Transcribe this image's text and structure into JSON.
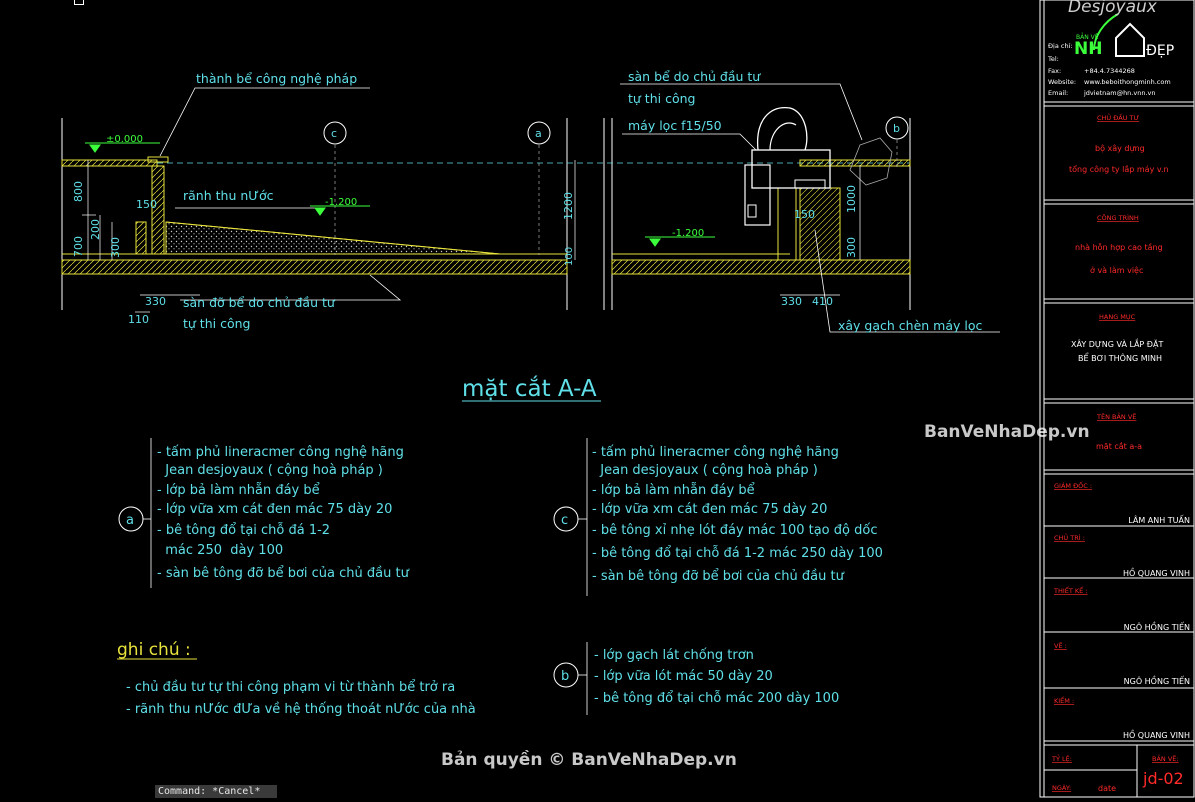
{
  "section": {
    "title": "mặt cắt A-A",
    "labels": {
      "wall": "thành bể công nghệ pháp",
      "gutter": "rãnh thu nƯớc",
      "slab_line1": "sàn đỡ bể do chủ đầu tư",
      "slab_line2": "tự thi công",
      "deck_line1": "sàn bể do chủ đầu tư",
      "deck_line2": "tự thi công",
      "filter": "máy lọc f15/50",
      "brick": "xây gạch chèn máy lọc"
    },
    "levels": {
      "top": "±0.000",
      "mid": "-1.200",
      "right": "-1.200"
    },
    "dims": {
      "d800": "800",
      "d700": "700",
      "d200": "200",
      "d300a": "300",
      "d150a": "150",
      "d1200": "1200",
      "d100": "100",
      "d330a": "330",
      "d110": "110",
      "d150b": "150",
      "d1000": "1000",
      "d300b": "300",
      "d330b": "330",
      "d410": "410"
    },
    "markers": {
      "c": "c",
      "a": "a",
      "b": "b"
    }
  },
  "notes": {
    "a": {
      "marker": "a",
      "lines": [
        "- tấm phủ lineracmer công nghệ hãng",
        "  Jean desjoyaux ( cộng hoà pháp )",
        "- lớp bả làm nhẵn đáy bể",
        "- lớp vữa xm cát đen mác 75 dày 20",
        "- bê tông đổ tại chỗ đá 1-2",
        "  mác 250  dày 100",
        "- sàn bê tông đỡ bể bơi của chủ đầu tư"
      ]
    },
    "c": {
      "marker": "c",
      "lines": [
        "- tấm phủ lineracmer công nghệ hãng",
        "  Jean desjoyaux ( cộng hoà pháp )",
        "- lớp bả làm nhẵn đáy bể",
        "- lớp vữa xm cát đen mác 75 dày 20",
        "- bê tông xỉ nhẹ lót đáy mác 100 tạo độ dốc",
        "- bê tông đổ tại chỗ đá 1-2 mác 250 dày 100",
        "- sàn bê tông đỡ bể bơi của chủ đầu tư"
      ]
    },
    "b": {
      "marker": "b",
      "lines": [
        "- lớp gạch lát chống trơn",
        "- lớp vữa lót mác 50 dày 20",
        "- bê tông đổ tại chỗ mác 200 dày 100"
      ]
    },
    "ghichu_title": "ghi chú :",
    "ghichu_lines": [
      "- chủ đầu tư tự thi công phạm vi từ thành bể trở ra",
      "- rãnh thu nƯớc đƯa về hệ thống thoát nƯớc của nhà"
    ]
  },
  "watermarks": {
    "site": "BanVeNhaDep.vn",
    "copyright": "Bản quyền © BanVeNhaDep.vn"
  },
  "titleblock": {
    "brand": "Desjoyaux",
    "logo_small": "BẢN VẼ",
    "logo_nh": "NH",
    "logo_dep": "ĐẸP",
    "contact_labels": [
      "Địa chỉ:",
      "Tel:",
      "Fax:",
      "Website:",
      "Email:"
    ],
    "contact_values": [
      "",
      "",
      "+84.4.7344268",
      "www.beboithongminh.com",
      "jdvietnam@hn.vnn.vn"
    ],
    "chu_dau_tu_label": "CHỦ ĐẦU TƯ",
    "chu_dau_tu_1": "bộ xây dựng",
    "chu_dau_tu_2": "tổng công ty lắp máy v.n",
    "cong_trinh_label": "CÔNG TRÌNH",
    "cong_trinh_1": "nhà hỗn hợp cao tầng",
    "cong_trinh_2": "ở và làm việc",
    "hang_muc_label": "HẠNG MỤC",
    "hang_muc_1": "XÂY DỰNG VÀ LẮP ĐẶT",
    "hang_muc_2": "BỂ BƠI THÔNG MINH",
    "ten_ban_ve_label": "TÊN BẢN VẼ",
    "ten_ban_ve": "mặt cắt a-a",
    "giam_doc_label": "GIÁM ĐỐC :",
    "giam_doc": "LÂM ANH TUẤN",
    "chu_tri_label": "CHỦ TRÌ :",
    "chu_tri": "HỒ QUANG VINH",
    "thiet_ke_label": "THIẾT KẾ :",
    "thiet_ke": "NGÔ HỒNG TIẾN",
    "ve_label": "VẼ :",
    "ve": "NGÔ HỒNG TIẾN",
    "kiem_label": "KIỂM :",
    "kiem": "HỒ QUANG VINH",
    "ty_le_label": "TỶ LỆ:",
    "ngay_label": "NGÀY:",
    "ngay": "date",
    "ban_ve_label": "BẢN VẼ:",
    "ban_ve_no": "jd-02"
  },
  "command_line": "Command: *Cancel*",
  "colors": {
    "cyan": "#5fe0e8",
    "yellow": "#e8e23c",
    "red": "#ff2a2a",
    "green": "#3cff3c",
    "white": "#ffffff"
  }
}
